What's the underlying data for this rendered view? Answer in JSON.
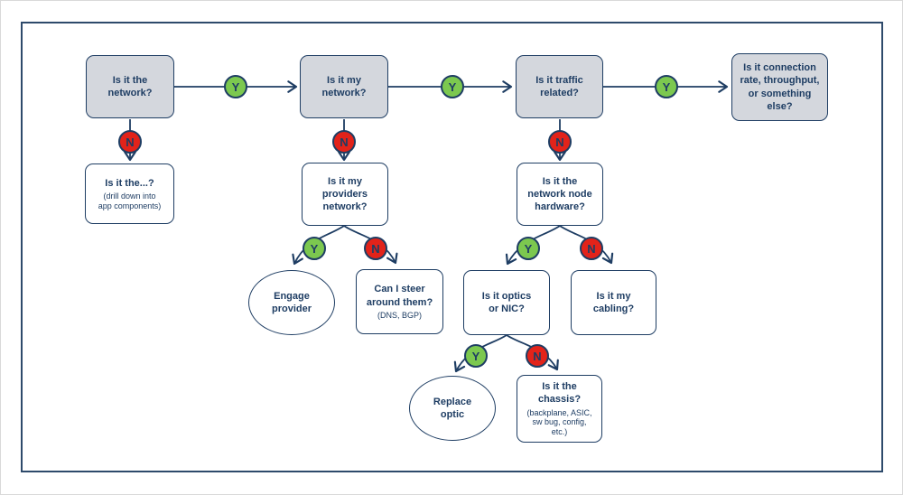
{
  "labels": {
    "yes": "Y",
    "no": "N"
  },
  "colors": {
    "navy": "#1e3d63",
    "frame": "#2e4a6b",
    "grayfill": "#d4d7dd",
    "green": "#7cc84f",
    "red": "#e2231a",
    "bg": "#ffffff",
    "outerborder": "#d9d9d9"
  },
  "nodes": {
    "network": {
      "title": "Is it the\nnetwork?"
    },
    "my_network": {
      "title": "Is it my\nnetwork?"
    },
    "traffic": {
      "title": "Is it traffic\nrelated?"
    },
    "connection": {
      "title": "Is it connection\nrate, throughput,\nor something\nelse?"
    },
    "drill_down": {
      "title": "Is it the...?",
      "subtitle": "(drill down into\napp components)"
    },
    "providers": {
      "title": "Is it my\nproviders\nnetwork?"
    },
    "node_hardware": {
      "title": "Is it the\nnetwork node\nhardware?"
    },
    "engage": {
      "title": "Engage\nprovider"
    },
    "steer": {
      "title": "Can I steer\naround them?",
      "subtitle": "(DNS, BGP)"
    },
    "optics": {
      "title": "Is it optics\nor NIC?"
    },
    "cabling": {
      "title": "Is it my\ncabling?"
    },
    "replace_optic": {
      "title": "Replace\noptic"
    },
    "chassis": {
      "title": "Is it the\nchassis?",
      "subtitle": "(backplane, ASIC,\nsw bug, config,\netc.)"
    }
  }
}
